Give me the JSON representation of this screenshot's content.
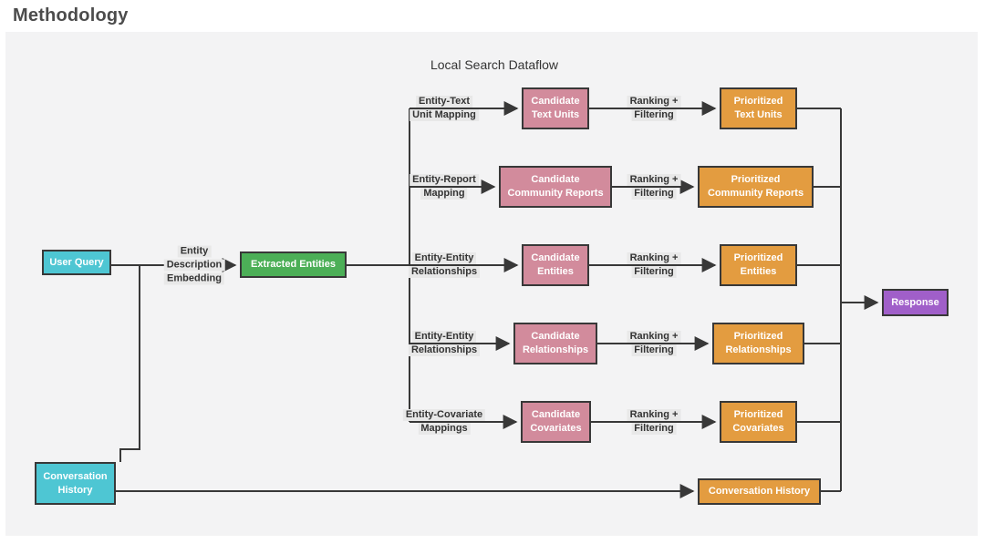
{
  "title": "Methodology",
  "diagram": {
    "subtitle": "Local Search Dataflow",
    "nodes": {
      "user_query": {
        "lines": [
          "User Query"
        ]
      },
      "conversation_history_input": {
        "lines": [
          "Conversation",
          "History"
        ]
      },
      "extracted_entities": {
        "lines": [
          "Extracted Entities"
        ]
      },
      "candidate_text_units": {
        "lines": [
          "Candidate",
          "Text Units"
        ]
      },
      "candidate_community_reports": {
        "lines": [
          "Candidate",
          "Community Reports"
        ]
      },
      "candidate_entities": {
        "lines": [
          "Candidate",
          "Entities"
        ]
      },
      "candidate_relationships": {
        "lines": [
          "Candidate",
          "Relationships"
        ]
      },
      "candidate_covariates": {
        "lines": [
          "Candidate",
          "Covariates"
        ]
      },
      "prioritized_text_units": {
        "lines": [
          "Prioritized",
          "Text Units"
        ]
      },
      "prioritized_community_reports": {
        "lines": [
          "Prioritized",
          "Community Reports"
        ]
      },
      "prioritized_entities": {
        "lines": [
          "Prioritized",
          "Entities"
        ]
      },
      "prioritized_relationships": {
        "lines": [
          "Prioritized",
          "Relationships"
        ]
      },
      "prioritized_covariates": {
        "lines": [
          "Prioritized",
          "Covariates"
        ]
      },
      "response": {
        "lines": [
          "Response"
        ]
      },
      "conversation_history_output": {
        "lines": [
          "Conversation History"
        ]
      }
    },
    "edge_labels": {
      "entity_description_embedding": [
        "Entity",
        "Description",
        "Embedding"
      ],
      "entity_text_unit_mapping": [
        "Entity-Text",
        "Unit Mapping"
      ],
      "entity_report_mapping": [
        "Entity-Report",
        "Mapping"
      ],
      "entity_entity_relationships": [
        "Entity-Entity",
        "Relationships"
      ],
      "entity_covariate_mappings": [
        "Entity-Covariate",
        "Mappings"
      ],
      "ranking_filtering": [
        "Ranking +",
        "Filtering"
      ]
    }
  },
  "colors": {
    "panel_bg": "#f3f3f4",
    "line": "#383838",
    "node_border": "#383838",
    "cyan": "#4ec6d3",
    "green": "#4caf57",
    "pink": "#d28b9c",
    "orange": "#e39c40",
    "purple": "#a05fc9",
    "label_bg": "#e8e8e8",
    "label_text": "#333333",
    "title_text": "#4c4c4c"
  }
}
